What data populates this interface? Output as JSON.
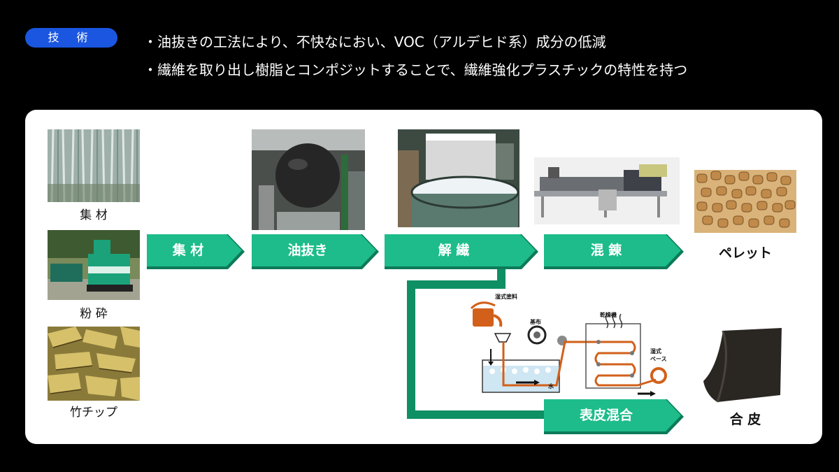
{
  "header": {
    "tag": "技 術",
    "bullets": [
      "・油抜きの工法により、不快なにおい、VOC（アルデヒド系）成分の低減",
      "・繊維を取り出し樹脂とコンポジットすることで、繊維強化プラスチックの特性を持つ"
    ]
  },
  "inputs": [
    {
      "caption": "集 材",
      "image": "bamboo-forest-photo"
    },
    {
      "caption": "粉 砕",
      "image": "wood-chipper-machine-photo"
    },
    {
      "caption": "竹チップ",
      "image": "bamboo-chips-photo"
    }
  ],
  "steps": [
    {
      "label": "集 材"
    },
    {
      "label": "油抜き",
      "image": "oil-extraction-tank-photo"
    },
    {
      "label": "解 繊",
      "image": "defibration-machine-photo"
    },
    {
      "label": "混 錬",
      "image": "kneading-extruder-photo"
    }
  ],
  "outputs": [
    {
      "caption": "ペレット",
      "image": "pellets-photo"
    },
    {
      "caption": "合 皮",
      "image": "synthetic-leather-photo"
    }
  ],
  "branch": {
    "label": "表皮混合",
    "process_labels": {
      "coating": "湿式塗料",
      "base_cloth": "基布",
      "dryer": "乾燥機",
      "wet_base": "湿式\nベース",
      "water": "水"
    }
  },
  "colors": {
    "arrow": "#1dbc8a",
    "arrow_dark": "#0c7a58",
    "connector": "#0f8f64",
    "tag": "#1a56e0",
    "process_orange": "#d2601a"
  }
}
